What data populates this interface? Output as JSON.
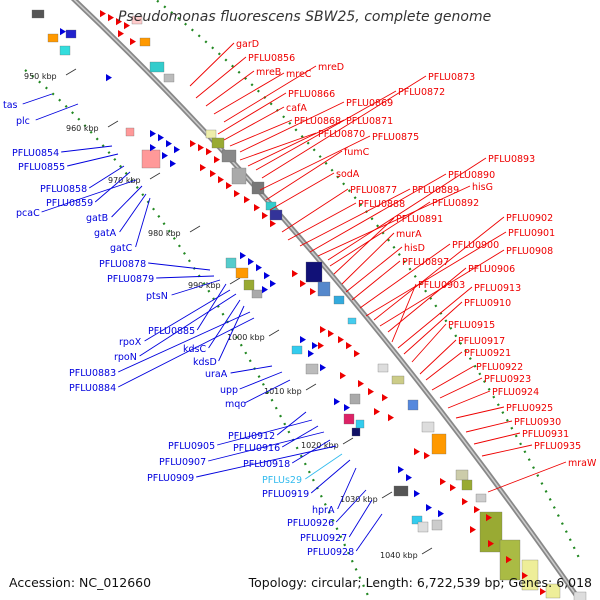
{
  "title": "Pseudomonas fluorescens SBW25, complete genome",
  "accession": "Accession: NC_012660",
  "topology": "Topology: circular; Length: 6,722,539 bp; Genes: 6,018",
  "ticks": [
    "950 kbp",
    "960 kbp",
    "970 kbp",
    "980 kbp",
    "990 kbp",
    "1000 kbp",
    "1010 kbp",
    "1020 kbp",
    "1030 kbp",
    "1040 kbp"
  ],
  "colors": {
    "forward": "#ee0000",
    "reverse": "#0000dd",
    "ncrna": "#33bbee",
    "backbone": "#888888",
    "gc_dots": "#228822"
  },
  "forward_labels": [
    {
      "text": "garD"
    },
    {
      "text": "PFLU0856"
    },
    {
      "text": "mreB"
    },
    {
      "text": "mreC"
    },
    {
      "text": "mreD"
    },
    {
      "text": "PFLU0866"
    },
    {
      "text": "cafA"
    },
    {
      "text": "PFLU0868"
    },
    {
      "text": "PFLU0869"
    },
    {
      "text": "PFLU0870"
    },
    {
      "text": "PFLU0871"
    },
    {
      "text": "PFLU0872"
    },
    {
      "text": "PFLU0873"
    },
    {
      "text": "PFLU0875"
    },
    {
      "text": "fumC"
    },
    {
      "text": "sodA"
    },
    {
      "text": "PFLU0877"
    },
    {
      "text": "PFLU0888"
    },
    {
      "text": "PFLU0889"
    },
    {
      "text": "PFLU0890"
    },
    {
      "text": "hisG"
    },
    {
      "text": "PFLU0893"
    },
    {
      "text": "PFLU0892"
    },
    {
      "text": "PFLU0891"
    },
    {
      "text": "murA"
    },
    {
      "text": "hisD"
    },
    {
      "text": "PFLU0897"
    },
    {
      "text": "PFLU0900"
    },
    {
      "text": "PFLU0901"
    },
    {
      "text": "PFLU0902"
    },
    {
      "text": "PFLU0908"
    },
    {
      "text": "PFLU0906"
    },
    {
      "text": "PFLU0903"
    },
    {
      "text": "PFLU0913"
    },
    {
      "text": "PFLU0910"
    },
    {
      "text": "PFLU0915"
    },
    {
      "text": "PFLU0917"
    },
    {
      "text": "PFLU0921"
    },
    {
      "text": "PFLU0922"
    },
    {
      "text": "PFLU0923"
    },
    {
      "text": "PFLU0924"
    },
    {
      "text": "PFLU0925"
    },
    {
      "text": "PFLU0930"
    },
    {
      "text": "PFLU0931"
    },
    {
      "text": "PFLU0935"
    },
    {
      "text": "mraW"
    }
  ],
  "reverse_labels": [
    {
      "text": "tas"
    },
    {
      "text": "plc"
    },
    {
      "text": "PFLU0854"
    },
    {
      "text": "PFLU0855"
    },
    {
      "text": "PFLU0858"
    },
    {
      "text": "PFLU0859"
    },
    {
      "text": "pcaC"
    },
    {
      "text": "gatB"
    },
    {
      "text": "gatA"
    },
    {
      "text": "gatC"
    },
    {
      "text": "PFLU0878"
    },
    {
      "text": "PFLU0879"
    },
    {
      "text": "ptsN"
    },
    {
      "text": "PFLU0885"
    },
    {
      "text": "rpoX"
    },
    {
      "text": "rpoN"
    },
    {
      "text": "kdsC"
    },
    {
      "text": "kdsD"
    },
    {
      "text": "PFLU0883"
    },
    {
      "text": "PFLU0884"
    },
    {
      "text": "uraA"
    },
    {
      "text": "upp"
    },
    {
      "text": "mqo"
    },
    {
      "text": "PFLU0912"
    },
    {
      "text": "PFLU0905"
    },
    {
      "text": "PFLU0916"
    },
    {
      "text": "PFLU0907"
    },
    {
      "text": "PFLU0918"
    },
    {
      "text": "PFLU0909"
    },
    {
      "text": "PFLUs29"
    },
    {
      "text": "PFLU0919"
    },
    {
      "text": "hprA"
    },
    {
      "text": "PFLU0926"
    },
    {
      "text": "PFLU0927"
    },
    {
      "text": "PFLU0928"
    }
  ]
}
